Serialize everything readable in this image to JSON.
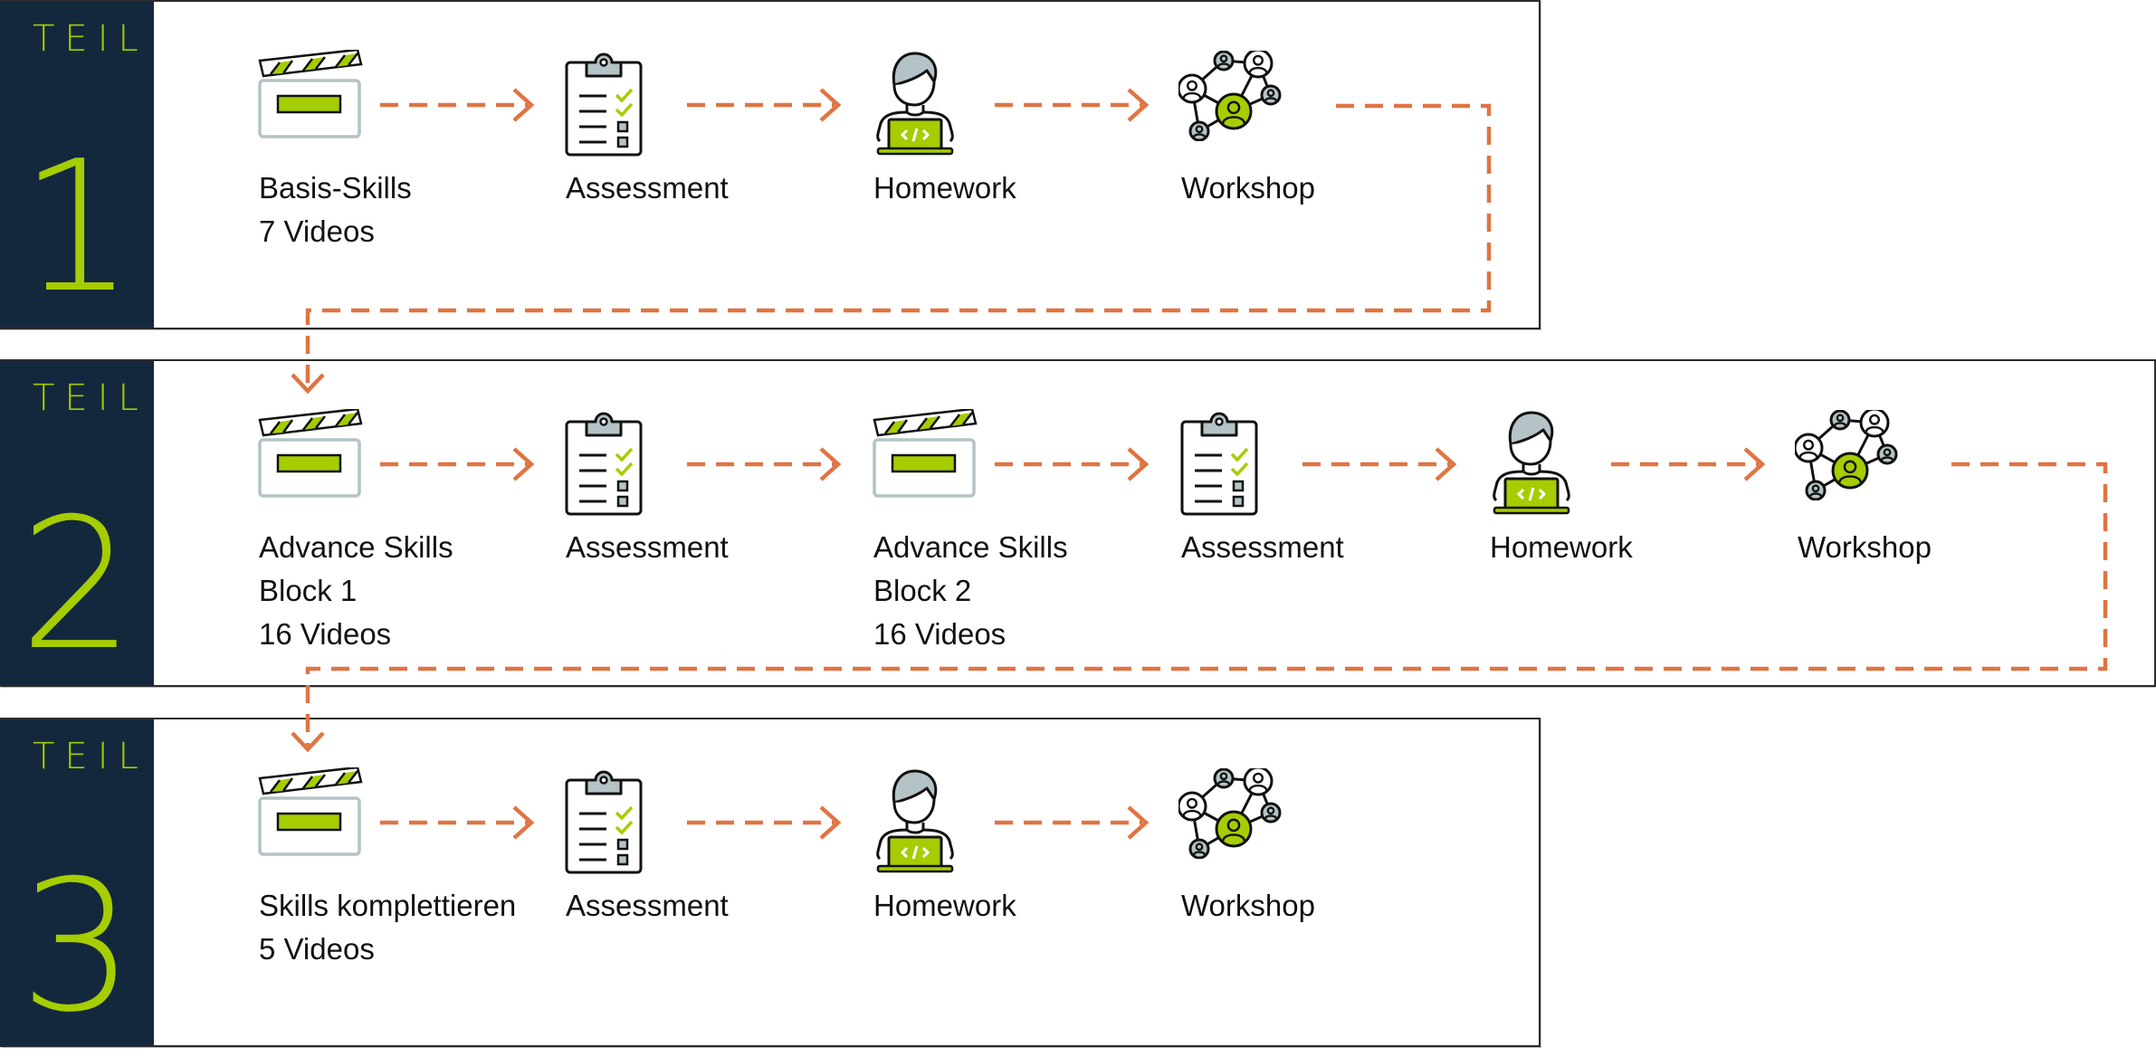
{
  "colors": {
    "sidebar": "#14283d",
    "accent_green": "#a5cd00",
    "arrow_orange": "#e07442",
    "icon_gray": "#b4c3c6",
    "text": "#111111"
  },
  "parts": [
    {
      "prefix": "TEIL",
      "number": "1",
      "steps": [
        {
          "type": "video",
          "icon": "clapperboard-icon",
          "lines": [
            "Basis-Skills",
            "7 Videos"
          ]
        },
        {
          "type": "assessment",
          "icon": "clipboard-checklist-icon",
          "lines": [
            "Assessment"
          ]
        },
        {
          "type": "homework",
          "icon": "person-laptop-code-icon",
          "lines": [
            "Homework"
          ]
        },
        {
          "type": "workshop",
          "icon": "people-network-icon",
          "lines": [
            "Workshop"
          ]
        }
      ]
    },
    {
      "prefix": "TEIL",
      "number": "2",
      "steps": [
        {
          "type": "video",
          "icon": "clapperboard-icon",
          "lines": [
            "Advance Skills",
            "Block 1",
            "16 Videos"
          ]
        },
        {
          "type": "assessment",
          "icon": "clipboard-checklist-icon",
          "lines": [
            "Assessment"
          ]
        },
        {
          "type": "video",
          "icon": "clapperboard-icon",
          "lines": [
            "Advance Skills",
            "Block 2",
            "16 Videos"
          ]
        },
        {
          "type": "assessment",
          "icon": "clipboard-checklist-icon",
          "lines": [
            "Assessment"
          ]
        },
        {
          "type": "homework",
          "icon": "person-laptop-code-icon",
          "lines": [
            "Homework"
          ]
        },
        {
          "type": "workshop",
          "icon": "people-network-icon",
          "lines": [
            "Workshop"
          ]
        }
      ]
    },
    {
      "prefix": "TEIL",
      "number": "3",
      "steps": [
        {
          "type": "video",
          "icon": "clapperboard-icon",
          "lines": [
            "Skills komplettieren",
            "5 Videos"
          ]
        },
        {
          "type": "assessment",
          "icon": "clipboard-checklist-icon",
          "lines": [
            "Assessment"
          ]
        },
        {
          "type": "homework",
          "icon": "person-laptop-code-icon",
          "lines": [
            "Homework"
          ]
        },
        {
          "type": "workshop",
          "icon": "people-network-icon",
          "lines": [
            "Workshop"
          ]
        }
      ]
    }
  ]
}
